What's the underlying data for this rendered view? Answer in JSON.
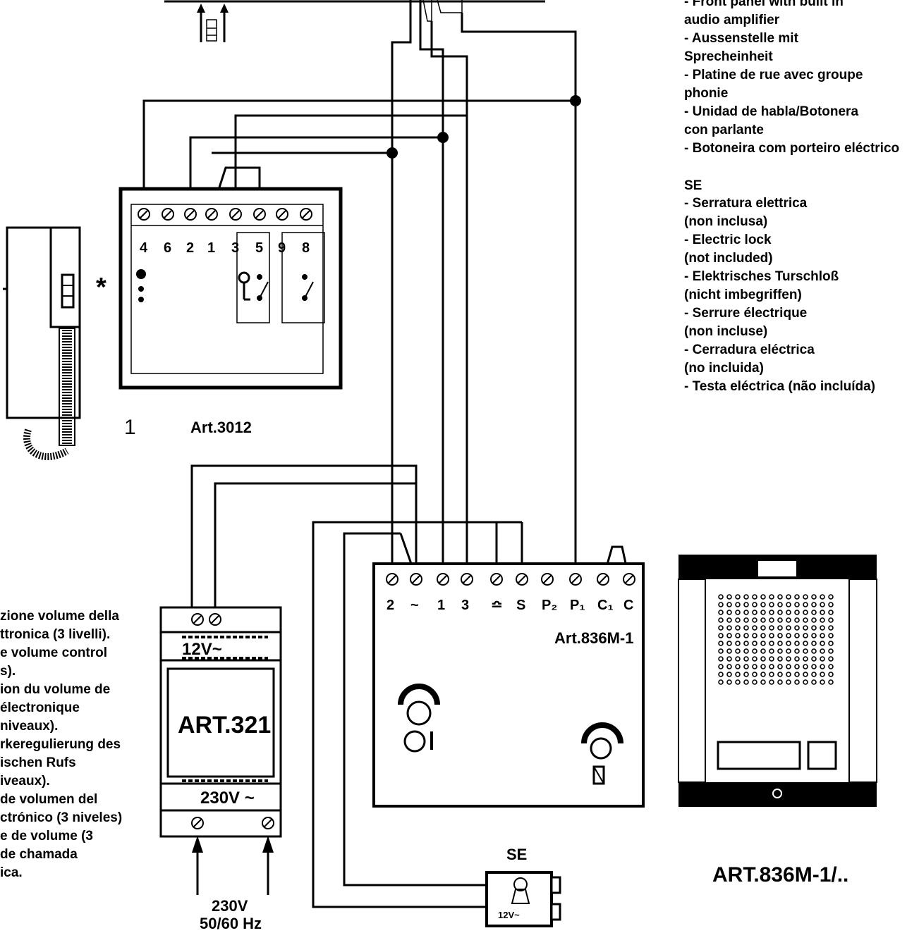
{
  "legend_front_panel": [
    "- Front panel with built in",
    "audio amplifier",
    "- Aussenstelle mit",
    "Sprecheinheit",
    "- Platine de rue avec groupe",
    "phonie",
    "- Unidad de habla/Botonera",
    "con  parlante",
    "- Botoneira com porteiro eléctrico"
  ],
  "legend_se_title": "SE",
  "legend_se": [
    "- Serratura elettrica",
    "(non inclusa)",
    "- Electric lock",
    "(not included)",
    "- Elektrisches Turschloß",
    "(nicht imbegriffen)",
    "- Serrure électrique",
    "(non incluse)",
    "- Cerradura eléctrica",
    "(no incluida)",
    "- Testa eléctrica (não incluída)"
  ],
  "left_notes": [
    "zione volume della",
    "ttronica (3 livelli).",
    "e volume control",
    "s).",
    "ion du volume de",
    "électronique",
    "niveaux).",
    "rkeregulierung des",
    "ischen Rufs",
    "iveaux).",
    "de volumen del",
    "ctrónico (3 niveles)",
    "e de volume (3",
    "de chamada",
    "ica."
  ],
  "handset": {
    "number": "1",
    "asterisk": "*"
  },
  "interphone": {
    "model": "Art.3012",
    "terminals": [
      "4",
      "6",
      "2",
      "1",
      "3",
      "5",
      "9",
      "8"
    ]
  },
  "power_supply": {
    "model": "ART.321",
    "out_label": "12V~",
    "in_label": "230V ~",
    "mains_voltage": "230V",
    "mains_frequency": "50/60 Hz"
  },
  "amplifier": {
    "model": "Art.836M-1",
    "terminals": [
      "2",
      "~",
      "1",
      "3",
      "≏",
      "S",
      "P₂",
      "P₁",
      "C₁",
      "C"
    ]
  },
  "lock": {
    "title": "SE",
    "voltage": "12V~"
  },
  "front_panel": {
    "model": "ART.836M-1/.."
  }
}
